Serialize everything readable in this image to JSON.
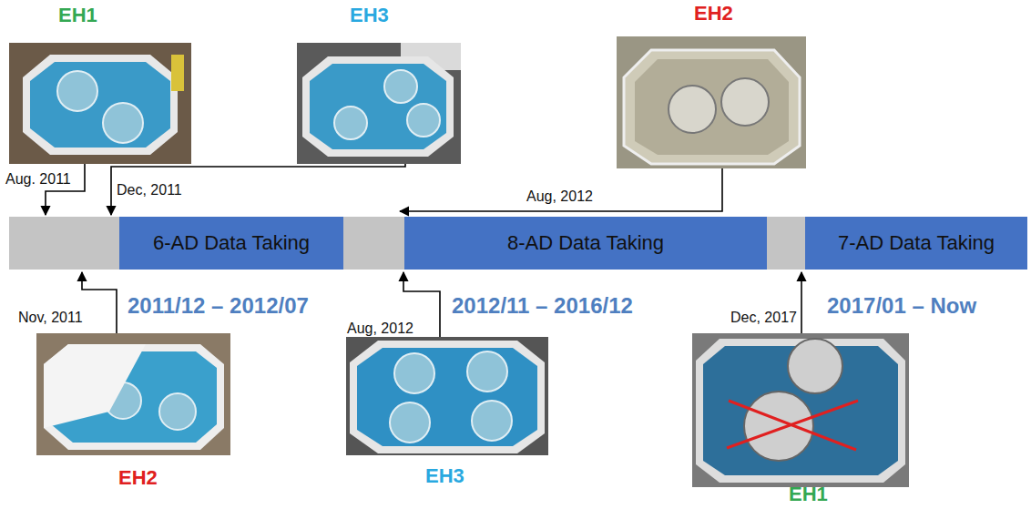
{
  "diagram": {
    "nodes": [
      {
        "text": [
          "6-AD Data Taking"
        ]
      },
      {
        "text": [
          "8-AD Data Taking"
        ]
      },
      {
        "text": [
          "7-AD Data Taking"
        ]
      }
    ],
    "labels": [
      "EH1",
      "EH3",
      "EH2",
      "Aug. 2011",
      "Dec, 2011",
      "Aug, 2012",
      "Nov, 2011",
      "2011/12 – 2012/07",
      "Aug, 2012",
      "2012/11 – 2016/12",
      "Dec, 2017",
      "2017/01 – Now",
      "EH2",
      "EH3",
      "EH1"
    ]
  }
}
